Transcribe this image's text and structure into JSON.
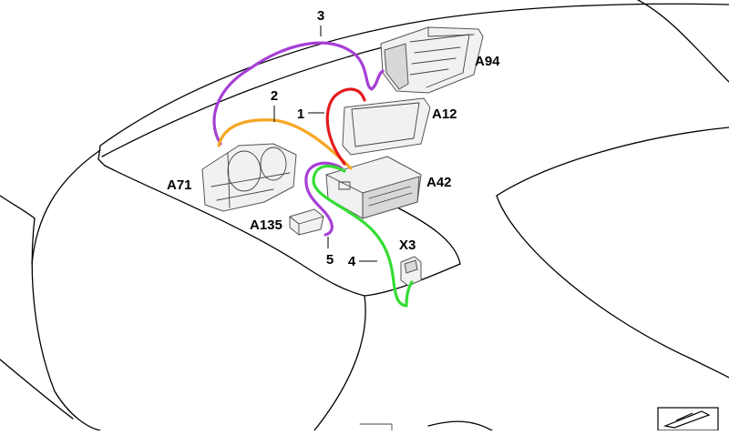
{
  "labels": {
    "A94": "A94",
    "A12": "A12",
    "A42": "A42",
    "A71": "A71",
    "A135": "A135",
    "X3": "X3",
    "n1": "1",
    "n2": "2",
    "n3": "3",
    "n4": "4",
    "n5": "5"
  },
  "cable_colors": {
    "cable_1": "#e41a1c",
    "cable_2": "#f5a623",
    "cable_3": "#a63fd6",
    "cable_4": "#33dd33",
    "cable_5": "#a63fd6"
  },
  "icons": {
    "corner": "diagram-arrow-icon"
  }
}
